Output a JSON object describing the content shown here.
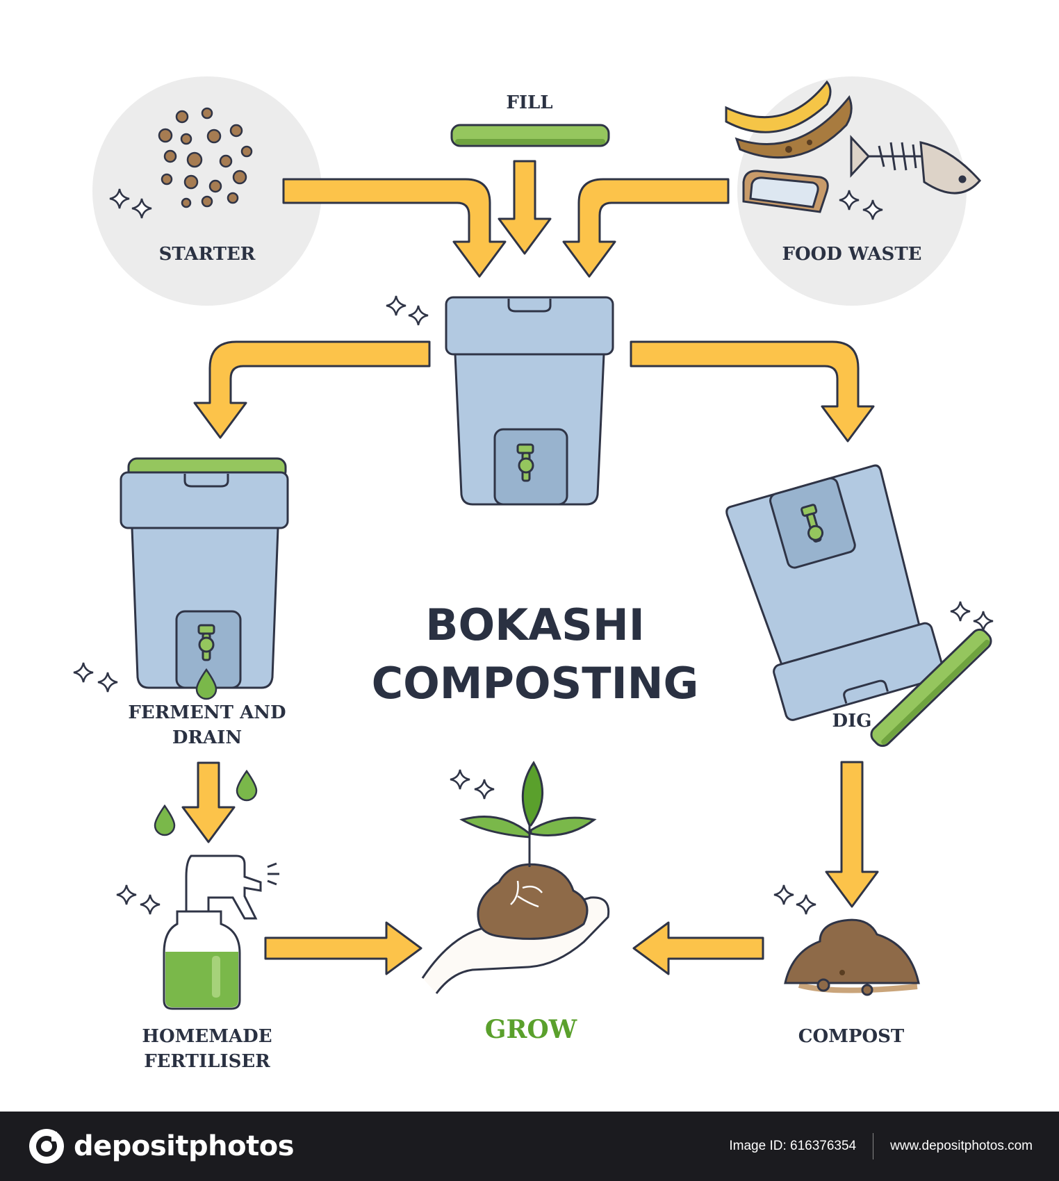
{
  "diagram": {
    "title_line1": "BOKASHI",
    "title_line2": "COMPOSTING",
    "labels": {
      "starter": "STARTER",
      "fill": "FILL",
      "food_waste": "FOOD WASTE",
      "ferment_line1": "FERMENT AND",
      "ferment_line2": "DRAIN",
      "dig": "DIG",
      "fertiliser_line1": "HOMEMADE",
      "fertiliser_line2": "FERTILISER",
      "grow": "GROW",
      "compost": "COMPOST"
    },
    "colors": {
      "arrow": "#fcc34a",
      "bucket": "#b2c9e1",
      "lid": "#95c65e",
      "soil": "#8e6a48",
      "outline": "#2f3446",
      "grow": "#5aa02c"
    }
  },
  "footer": {
    "brand": "depositphotos",
    "image_id": "Image ID: 616376354",
    "url": "www.depositphotos.com"
  }
}
